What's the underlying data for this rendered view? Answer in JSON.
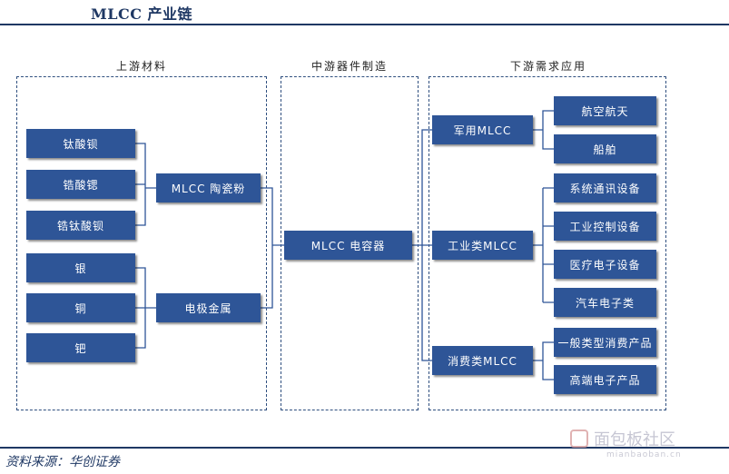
{
  "title": "MLCC 产业链",
  "source": "资料来源：华创证券",
  "headers": {
    "upstream": "上游材料",
    "midstream": "中游器件制造",
    "downstream": "下游需求应用"
  },
  "upstream": {
    "materials": [
      "钛酸钡",
      "锆酸锶",
      "锆钛酸钡",
      "银",
      "铜",
      "钯"
    ],
    "groups": [
      "MLCC 陶瓷粉",
      "电极金属"
    ]
  },
  "midstream": {
    "product": "MLCC 电容器"
  },
  "downstream": {
    "categories": [
      "军用MLCC",
      "工业类MLCC",
      "消费类MLCC"
    ],
    "military_apps": [
      "航空航天",
      "船舶"
    ],
    "industrial_apps": [
      "系统通讯设备",
      "工业控制设备",
      "医疗电子设备",
      "汽车电子类"
    ],
    "consumer_apps": [
      "一般类型消费产品",
      "高端电子产品"
    ]
  },
  "watermark": {
    "text": "面包板社区",
    "sub": "mianbaoban.cn"
  },
  "colors": {
    "box": "#2e5597",
    "title": "#1f3864",
    "line": "#2e5597"
  }
}
